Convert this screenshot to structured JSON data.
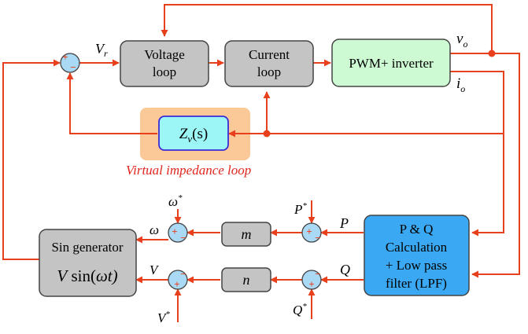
{
  "colors": {
    "wire": "#e8401c",
    "block_gray": "#c4c4c4",
    "block_green": "#cdfad3",
    "block_blue": "#3aa8f2",
    "summer_fill": "#a9d9f5",
    "virtual_bg": "#fbc898",
    "virtual_inner": "#9cf6f6",
    "virtual_inner_border": "#3a2bd6",
    "virtual_label": "#e0261d"
  },
  "blocks": {
    "voltage_loop": [
      "Voltage",
      "loop"
    ],
    "current_loop": [
      "Current",
      "loop"
    ],
    "pwm_inverter": "PWM+ inverter",
    "virtual_impedance": {
      "main": "Z",
      "sub": "v",
      "arg": "(s)"
    },
    "pq_calc": [
      "P & Q",
      "Calculation",
      "+ Low pass",
      "filter (LPF)"
    ],
    "m_block": "m",
    "n_block": "n",
    "sin_generator": {
      "title": "Sin generator",
      "expr_v": "V",
      "expr_fn": " sin(",
      "expr_w": "ω",
      "expr_t": "t)"
    }
  },
  "virtual_loop_label": "Virtual impedance loop",
  "signals": {
    "vr": {
      "main": "V",
      "sub": "r"
    },
    "vo": {
      "main": "v",
      "sub": "o"
    },
    "io": {
      "main": "i",
      "sub": "o"
    },
    "P": "P",
    "Q": "Q",
    "P_star": "P",
    "Q_star": "Q",
    "omega": "ω",
    "omega_star": "ω",
    "V": "V",
    "V_star": "V",
    "star": "*"
  },
  "signs": {
    "plus": "+",
    "minus": "−"
  }
}
